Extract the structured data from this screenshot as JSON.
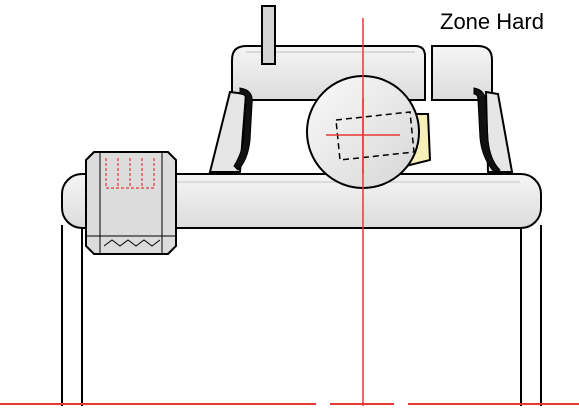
{
  "labels": {
    "zone": "Zone Hard"
  },
  "colors": {
    "outline": "#000000",
    "centerline": "#e53935",
    "body_fill": "#eeeeee",
    "shade_fill": "#d9d9d9",
    "accent_fill": "#f7efb8",
    "background": "#ffffff"
  },
  "components": [
    "outer-ring",
    "lock-pin",
    "bearing-ball",
    "cage",
    "seal-left",
    "seal-right",
    "shield-left",
    "shield-right",
    "inner-ring",
    "set-screw",
    "shaft",
    "center-axis",
    "base-line"
  ]
}
